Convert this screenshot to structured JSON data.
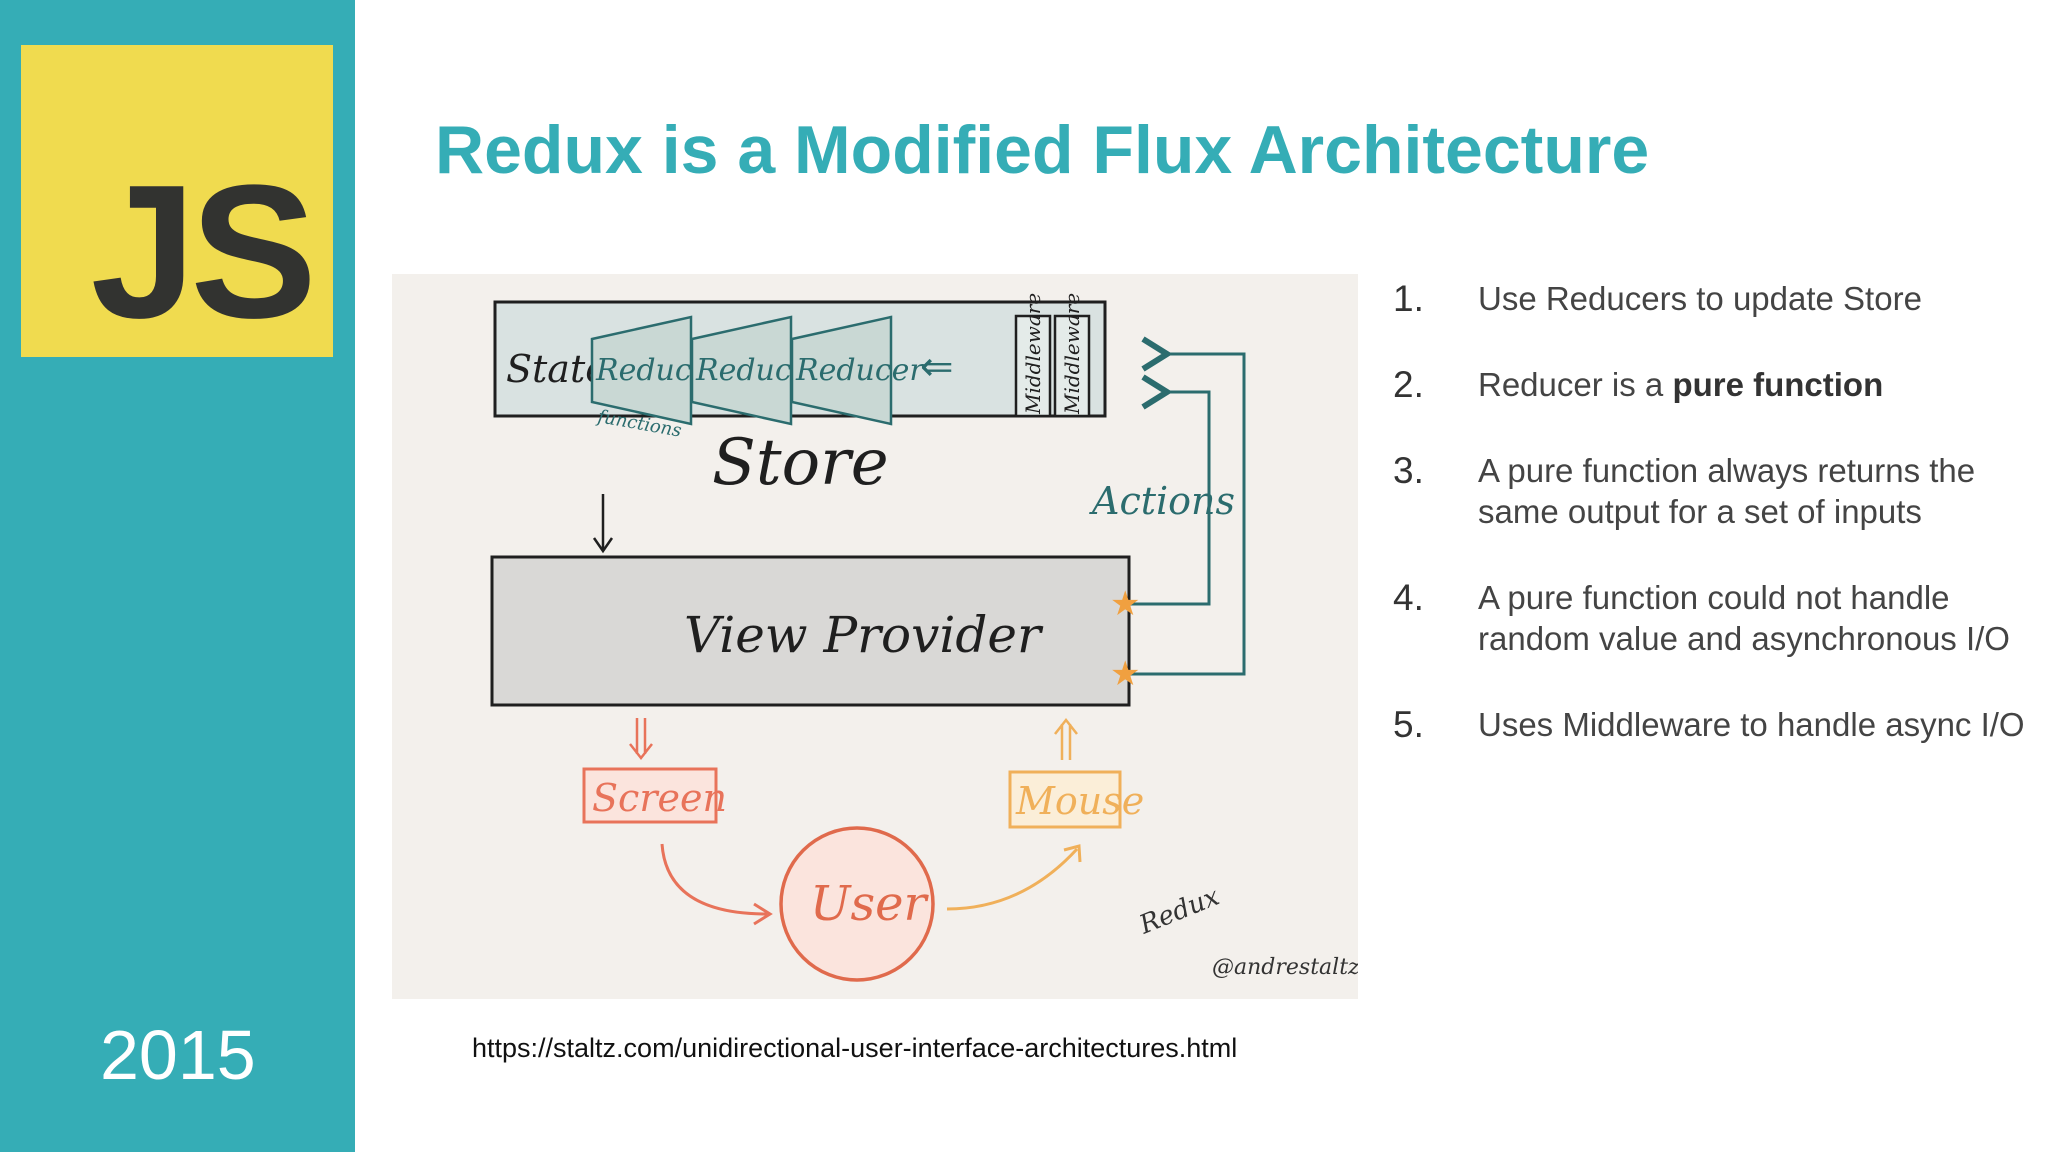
{
  "sidebar": {
    "logo_text": "JS",
    "logo_bg": "#f0db4f",
    "bg": "#35adb6",
    "year": "2015"
  },
  "title": "Redux is a Modified Flux Architecture",
  "diagram": {
    "state": "State",
    "reducers": [
      "Reducer",
      "Reducer",
      "Reducer"
    ],
    "functions_note": "functions",
    "middleware": [
      "Middleware",
      "Middleware"
    ],
    "store": "Store",
    "actions": "Actions",
    "view_provider": "View Provider",
    "screen": "Screen",
    "mouse": "Mouse",
    "user": "User",
    "signature": "Redux",
    "author": "@andrestaltz",
    "colors": {
      "store": "#2b6c6e",
      "screen": "#e8735a",
      "mouse": "#f0b05a",
      "user": "#e06a4c",
      "star": "#f0a040"
    }
  },
  "source_url": "https://staltz.com/unidirectional-user-interface-architectures.html",
  "points": [
    {
      "num": "1.",
      "text": "Use Reducers to update Store"
    },
    {
      "num": "2.",
      "text": "Reducer is a ",
      "bold": "pure function"
    },
    {
      "num": "3.",
      "text": "A pure function always returns the same output for a set of inputs"
    },
    {
      "num": "4.",
      "text": "A pure function could not handle random value and asynchronous I/O"
    },
    {
      "num": "5.",
      "text": "Uses Middleware to handle async I/O"
    }
  ]
}
